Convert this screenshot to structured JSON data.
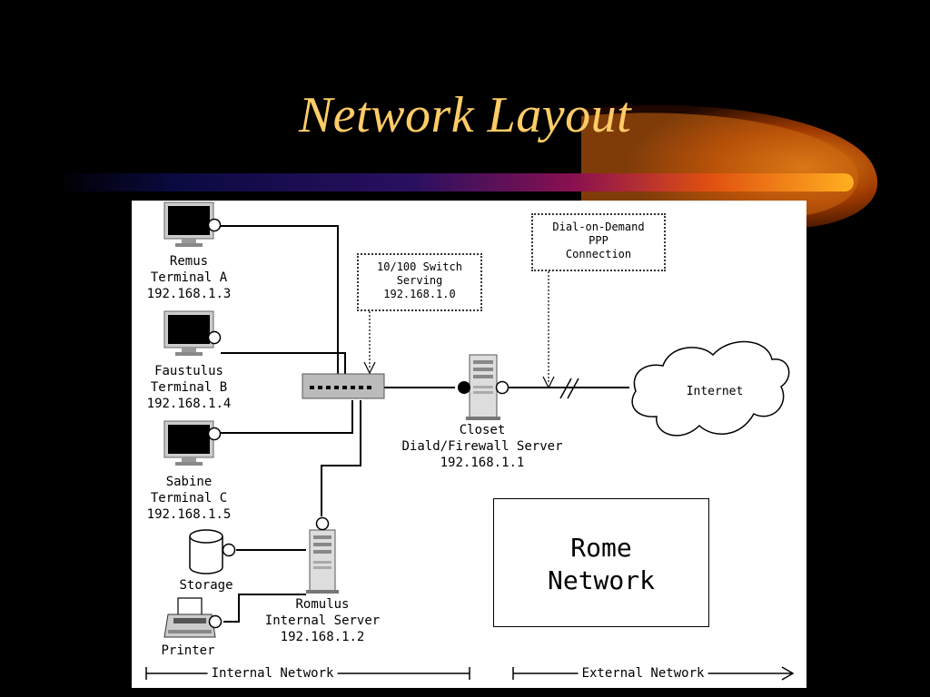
{
  "slide": {
    "title": "Network Layout",
    "accent_color": "#ffcc66"
  },
  "diagram": {
    "terminals": [
      {
        "name": "Remus",
        "role": "Terminal A",
        "ip": "192.168.1.3",
        "icon": "monitor-icon"
      },
      {
        "name": "Faustulus",
        "role": "Terminal B",
        "ip": "192.168.1.4",
        "icon": "monitor-icon"
      },
      {
        "name": "Sabine",
        "role": "Terminal C",
        "ip": "192.168.1.5",
        "icon": "monitor-icon"
      }
    ],
    "switch_note": [
      "10/100 Switch",
      "Serving",
      "192.168.1.0"
    ],
    "dialup_note": [
      "Dial-on-Demand",
      "PPP",
      "Connection"
    ],
    "firewall_server": [
      "Closet",
      "Diald/Firewall Server",
      "192.168.1.1"
    ],
    "internal_server": [
      "Romulus",
      "Internal Server",
      "192.168.1.2"
    ],
    "storage_label": "Storage",
    "printer_label": "Printer",
    "internet_label": "Internet",
    "network_name": [
      "Rome",
      "Network"
    ],
    "internal_span_label": "Internal Network",
    "external_span_label": "External Network"
  }
}
